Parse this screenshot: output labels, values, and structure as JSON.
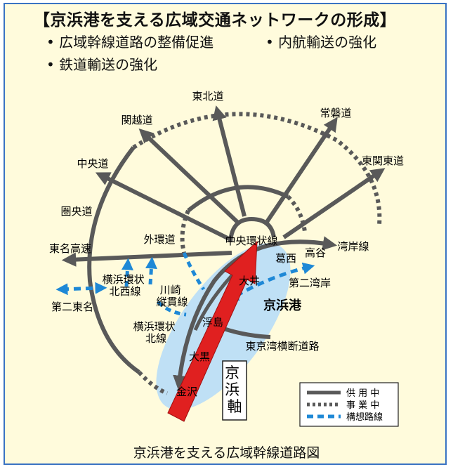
{
  "title": "【京浜港を支える広域交通ネットワークの形成】",
  "bullets": [
    "広域幹線道路の整備促進",
    "内航輸送の強化",
    "鉄道輸送の強化"
  ],
  "labels": {
    "tohoku": "東北道",
    "kanetsu": "関越道",
    "joban": "常磐道",
    "chuo": "中央道",
    "higashikanto": "東関東道",
    "kenodo": "圏央道",
    "gaikan": "外環道",
    "chuo_kanjo": "中央環状線",
    "tomei": "東名高速",
    "wangan": "湾岸線",
    "kasai": "葛西",
    "takaya": "高谷",
    "daini_wangan": "第二湾岸",
    "ooi": "大井",
    "keihinko": "京浜港",
    "yokohama_hokusei": "横浜環状\n北西線",
    "kawasaki": "川崎\n縦貫線",
    "daini_tomei": "第二東名",
    "yokohama_hokubu": "横浜環状\n北線",
    "ukishima": "浮島",
    "aqualine": "東京湾横断道路",
    "daikoku": "大黒",
    "kanazawa": "金沢",
    "axis": "京浜軸"
  },
  "legend": {
    "in_service": "供 用 中",
    "under_construction": "事 業 中",
    "planned": "構想路線"
  },
  "colors": {
    "in_service": "#595959",
    "planned": "#1e88d6",
    "axis_arrow": "#e02020",
    "bay_ellipse": "#bfe0f5",
    "border": "#3a73c3",
    "background": "#fffbdc"
  },
  "caption": "京浜港を支える広域幹線道路図"
}
